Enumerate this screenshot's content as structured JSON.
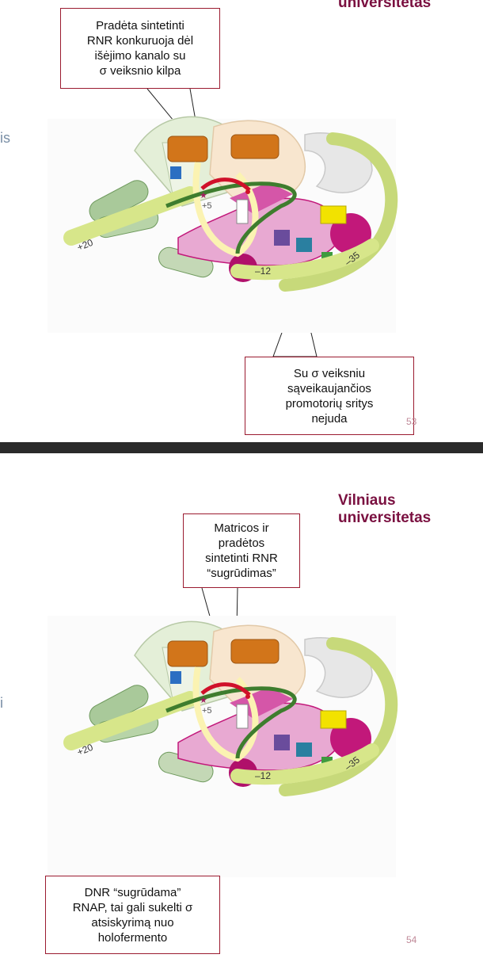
{
  "slide1": {
    "brand_line2": "universitetas",
    "edge_text": "is",
    "callout_top": [
      "Pradėta sintetinti",
      "RNR konkuruoja dėl",
      "išėjimo kanalo su",
      "σ veiksnio kilpa"
    ],
    "callout_bottom": [
      "Su σ veiksniu",
      "sąveikaujančios",
      "promotorių sritys",
      "nejuda"
    ],
    "page_number": "53",
    "labels": {
      "plus20": "+20",
      "plus5": "+5",
      "minus12": "–12",
      "minus35": "–35"
    }
  },
  "slide2": {
    "brand_line1": "Vilniaus",
    "brand_line2": "universitetas",
    "edge_text": "i",
    "callout_top": [
      "Matricos ir",
      "pradėtos",
      "sintetinti RNR",
      "“sugrūdimas”"
    ],
    "callout_bottom": [
      "DNR “sugrūdama”",
      "RNAP, tai gali sukelti σ",
      "atsiskyrimą nuo",
      "holofermento"
    ],
    "page_number": "54",
    "labels": {
      "plus20": "+20",
      "plus5": "+5",
      "minus12": "–12",
      "minus35": "–35"
    }
  },
  "colors": {
    "brand": "#7a1040",
    "callout_border": "#9b1b30",
    "sigma_magenta": "#c2187a",
    "dna_green": "#3e7d2e",
    "rna_red": "#d0102a",
    "orange": "#d2751a"
  }
}
